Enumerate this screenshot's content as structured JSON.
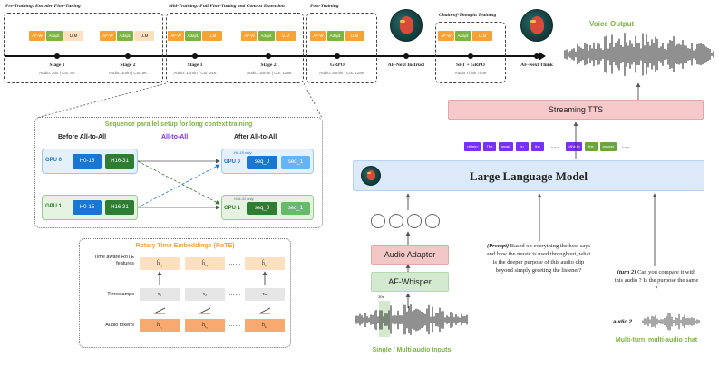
{
  "timeline": {
    "groups": [
      {
        "title": "Pre-Training: Encoder Fine-Tuning"
      },
      {
        "title": "Mid-Training: Full Fine-Tuning and Context Extension"
      },
      {
        "title": "Post-Training"
      },
      {
        "title": "Chain-of-Thought Training"
      }
    ],
    "modules": {
      "af_w": "AF-W",
      "adapt": "Adapt.",
      "llm": "LLM"
    },
    "stages": [
      {
        "label": "Stage 1",
        "sub": "Audio: 30s | Ctx: 8K"
      },
      {
        "label": "Stage 2",
        "sub": "Audio: 1min | Ctx: 8K"
      },
      {
        "label": "Stage 1",
        "sub": "Audio: 10min | Ctx: 24K"
      },
      {
        "label": "Stage 2",
        "sub": "Audio: 30min | Ctx: 128K"
      },
      {
        "label": "GRPO",
        "sub": "Audio: 30min | Ctx: 128K"
      },
      {
        "label": "SFT + GRPO",
        "sub": "Audio Think Time"
      }
    ],
    "models": {
      "instruct": "AF-Next Instruct",
      "think": "AF-Next Think"
    }
  },
  "seq_parallel": {
    "title": "Sequence parallel setup for long context training",
    "before": "Before All-to-All",
    "middle": "All-to-All",
    "after": "After All-to-All",
    "gpu0": "GPU 0",
    "gpu1": "GPU 1",
    "h0": "H0-15",
    "h16": "H16-31",
    "seq0": "seq_0",
    "seq1": "seq_1",
    "h0_only": "H0-15 only",
    "h16_only": "H16-31 only"
  },
  "rote": {
    "title": "Rotary Time Embeddings (RoTE)",
    "row_features": "Time aware RoTE features",
    "row_timestamps": "Timestamps",
    "row_tokens": "Audio tokens",
    "feat_cells": [
      "ĥ",
      "ĥ",
      "ĥ"
    ],
    "time_cells": [
      "τ₁",
      "τ₂",
      "τₙ"
    ],
    "tok_cells": [
      "h",
      "h",
      "h"
    ],
    "dots": "……"
  },
  "arch": {
    "voice_output": "Voice Output",
    "tts": "Streaming TTS",
    "llm": "Large Language Model",
    "adaptor": "Audio Adaptor",
    "whisper": "AF-Whisper",
    "inputs_caption": "Single / Multi audio Inputs",
    "tokens": [
      "<think>",
      "The",
      "music",
      "in",
      "the",
      "......",
      "</think>",
      "the",
      "answer"
    ],
    "tokens_tail": "......",
    "prompt_tag": "(Prompt)",
    "prompt_text": "Based on everything the host says and how the music is used throughout, what is the deeper purpose of this audio clip beyond simply greeting the listener?",
    "turn_tag": "(turn 2)",
    "turn_text": "Can you compare it with this audio ? Is the purpose the same ?",
    "audio2": "audio 2",
    "multiturn": "Multi-turn, multi-audio chat",
    "clip_len": "30s"
  },
  "colors": {
    "accent_green": "#7cb342",
    "tts_pink": "#f8c9cb",
    "llm_blue": "#dbe9f8",
    "adaptor_pink": "#f4c7c7",
    "whisper_green": "#d4ead0",
    "purple": "#7b2ff2"
  }
}
